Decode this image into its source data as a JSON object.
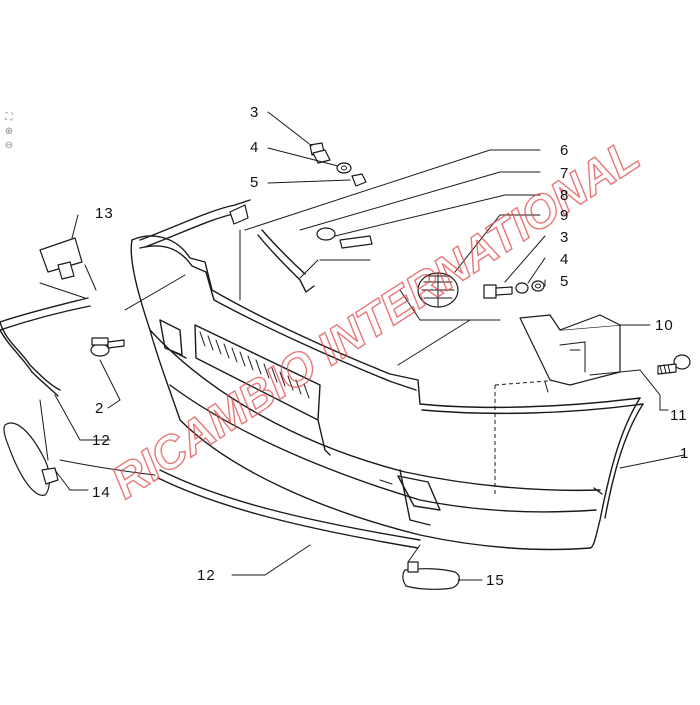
{
  "toolbar": {
    "icons": [
      "fit-page-icon",
      "zoom-in-icon",
      "zoom-out-icon"
    ],
    "glyphs": [
      "⛶",
      "⊕",
      "⊖"
    ]
  },
  "watermark": {
    "text": "RICAMBIO INTERNATIONAL",
    "color": "#e24a4a"
  },
  "callouts": {
    "c1": "1",
    "c2": "2",
    "c3a": "3",
    "c3b": "3",
    "c4a": "4",
    "c4b": "4",
    "c5a": "5",
    "c5b": "5",
    "c6": "6",
    "c7": "7",
    "c8": "8",
    "c9": "9",
    "c10": "10",
    "c11": "11",
    "c12a": "12",
    "c12b": "12",
    "c13": "13",
    "c14": "14",
    "c15": "15"
  }
}
